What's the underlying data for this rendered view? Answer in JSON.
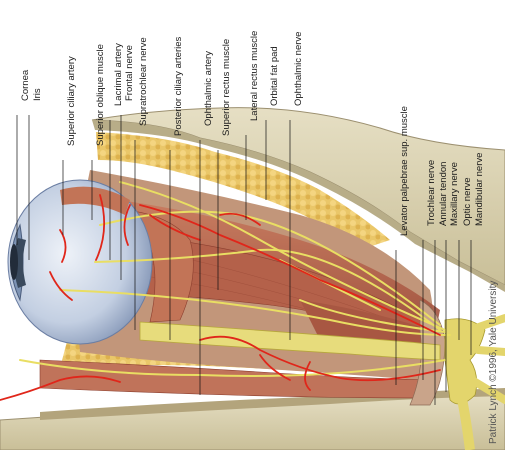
{
  "labels": {
    "cornea": "Cornea",
    "iris": "Iris",
    "superior_ciliary_artery": "Superior ciliary artery",
    "superior_oblique_muscle": "Superior oblique muscle",
    "lacrimal_artery": "Lacrimal artery",
    "frontal_nerve": "Frontal nerve",
    "supratrochlear_nerve": "Supratrochlear nerve",
    "posterior_ciliary_arteries": "Posterior ciliary arteries",
    "ophthalmic_artery": "Ophthalmic artery",
    "superior_rectus_muscle": "Superior rectus muscle",
    "lateral_rectus_muscle": "Lateral rectus muscle",
    "orbital_fat_pad": "Orbital fat pad",
    "ophthalmic_nerve": "Ophthalmic nerve",
    "levator_palpebrae": "Levator palpebrae sup. muscle",
    "trochlear_nerve": "Trochlear nerve",
    "annular_tendon": "Annular tendon",
    "maxillary_nerve": "Maxillary nerve",
    "optic_nerve": "Optic nerve",
    "mandibular_nerve": "Mandibular nerve"
  },
  "credit": "Patrick Lynch ©1996, Yale University",
  "colors": {
    "bone": "#d8d1b0",
    "fat": "#e8c25a",
    "muscle": "#b9644d",
    "artery": "#e0261a",
    "nerve": "#e8dd6a",
    "sclera": "#cfd8e8",
    "iris": "#3a4a5e"
  }
}
